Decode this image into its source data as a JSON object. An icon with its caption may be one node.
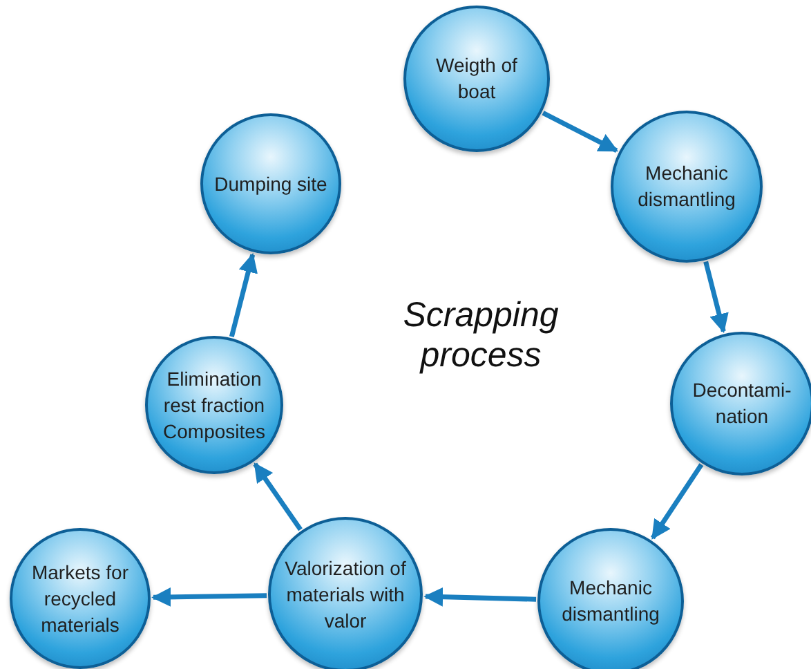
{
  "diagram": {
    "title": "Scrapping process",
    "nodes": [
      {
        "text": [
          "Weigth of boat"
        ]
      },
      {
        "text": [
          "Mechanic dismantling"
        ]
      },
      {
        "text": [
          "Decontami- nation"
        ]
      },
      {
        "text": [
          "Mechanic dismantling"
        ]
      },
      {
        "text": [
          "Valorization of materials with valor"
        ]
      },
      {
        "text": [
          "Markets for recycled materials"
        ]
      },
      {
        "text": [
          "Elimination rest fraction Composites"
        ]
      },
      {
        "text": [
          "Dumping site"
        ]
      }
    ],
    "edges": [
      {
        "from": 0,
        "to": 1,
        "arrow": "to"
      },
      {
        "from": 1,
        "to": 2,
        "arrow": "to"
      },
      {
        "from": 2,
        "to": 3,
        "arrow": "to"
      },
      {
        "from": 3,
        "to": 4,
        "arrow": "to"
      },
      {
        "from": 4,
        "to": 5,
        "arrow": "to"
      },
      {
        "from": 4,
        "to": 6,
        "arrow": "to"
      },
      {
        "from": 6,
        "to": 7,
        "arrow": "to"
      }
    ]
  }
}
